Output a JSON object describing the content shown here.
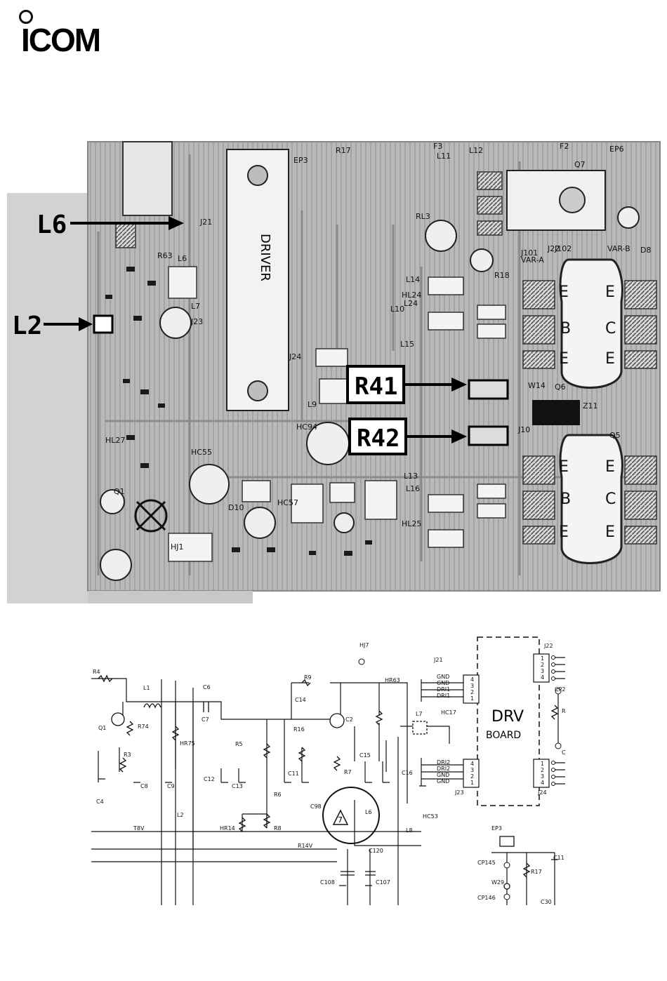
{
  "brand": {
    "name": "ICOM"
  },
  "pcb": {
    "callouts": {
      "l6": "L6",
      "l2": "L2",
      "r41": "R41",
      "r42": "R42"
    },
    "silkscreen": {
      "driver": "DRIVER",
      "ref_labels": [
        "R17",
        "F3",
        "L11",
        "L12",
        "F2",
        "EP6",
        "EP3",
        "Q7",
        "RL3",
        "J21",
        "J22",
        "VAR-B",
        "VAR-A",
        "J101",
        "J102",
        "R18",
        "L14",
        "L24",
        "L10",
        "L15",
        "HL24",
        "W14",
        "Q6",
        "Z11",
        "J10",
        "Q5",
        "L13",
        "L16",
        "HL25",
        "HC94",
        "HC55",
        "HC57",
        "D10",
        "HJ1",
        "HL27",
        "J23",
        "J24",
        "L9",
        "L7",
        "L6",
        "R63",
        "D8",
        "Q1"
      ],
      "transistor_pins": [
        "E",
        "E",
        "B",
        "C",
        "E",
        "E",
        "E",
        "E",
        "B",
        "C",
        "E",
        "E"
      ]
    }
  },
  "schematic": {
    "board_label_1": "DRV",
    "board_label_2": "BOARD",
    "connectors": {
      "j21": {
        "ref": "J21",
        "pin_names": [
          "GND",
          "GND",
          "DRI1",
          "DRI1"
        ],
        "pin_numbers": [
          "4",
          "3",
          "2",
          "1"
        ]
      },
      "j23": {
        "ref": "J23",
        "pin_names": [
          "DRI2",
          "DRI2",
          "GND",
          "GND"
        ],
        "pin_numbers": [
          "4",
          "3",
          "2",
          "1"
        ]
      },
      "j22": {
        "ref": "J22",
        "pin_numbers": [
          "1",
          "2",
          "3",
          "4"
        ]
      },
      "j24": {
        "ref": "J24",
        "pin_numbers": [
          "1",
          "2",
          "3",
          "4"
        ]
      }
    },
    "parts": {
      "hj7": "HJ7",
      "r4": "R4",
      "l1": "L1",
      "c6": "C6",
      "c7": "C7",
      "q1": "Q1",
      "r74": "R74",
      "hr75": "HR75",
      "r5": "R5",
      "r3": "R3",
      "c8": "C8",
      "c9": "C9",
      "c4": "C4",
      "r9": "R9",
      "c14": "C14",
      "r16": "R16",
      "c2": "C2",
      "hr63": "HR63",
      "l7": "L7",
      "hc17": "HC17",
      "c12": "C12",
      "c13": "C13",
      "r6": "R6",
      "c11a": "C11",
      "r7": "R7",
      "c15": "C15",
      "c16": "C16",
      "c98": "C98",
      "l6": "L6",
      "l8": "L8",
      "hc53": "HC53",
      "l2": "L2",
      "hr14": "HR14",
      "r8": "R8",
      "c120": "C120",
      "c108": "C108",
      "c107": "C107",
      "ep3": "EP3",
      "cp145": "CP145",
      "w29": "W29",
      "cp146": "CP146",
      "r17": "R17",
      "c11b": "C11",
      "cp2": "CP2",
      "c30": "C30",
      "r_partial": "R",
      "c_partial": "C"
    },
    "nets": {
      "t8v": "T8V",
      "r14v": "R14V"
    },
    "marker": "7"
  }
}
